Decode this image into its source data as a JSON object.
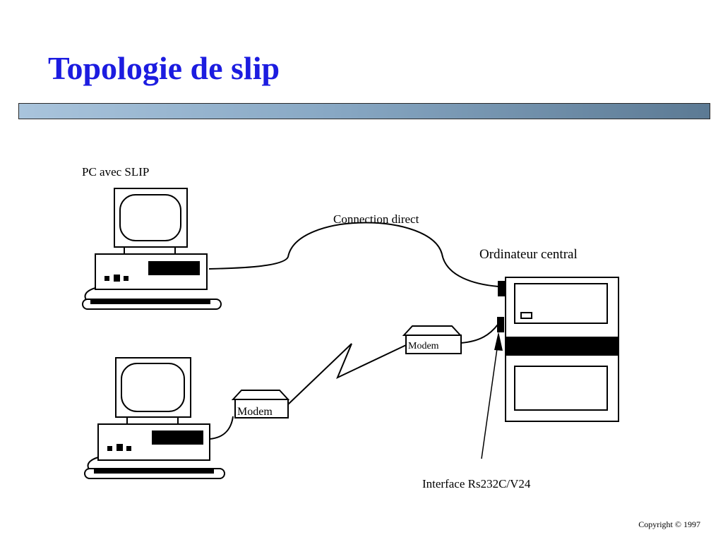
{
  "slide": {
    "title": "Topologie de slip",
    "copyright": "Copyright © 1997"
  },
  "diagram": {
    "pc_label": "PC avec SLIP",
    "direct_link_label": "Connection direct",
    "host_label": "Ordinateur central",
    "modem_left_label": "Modem",
    "modem_right_label": "Modem",
    "interface_label": "Interface Rs232C/V24"
  },
  "colors": {
    "title": "#1c1ce0",
    "bar_start": "#a9c4dc",
    "bar_end": "#5c7a94",
    "ink": "#000000"
  }
}
